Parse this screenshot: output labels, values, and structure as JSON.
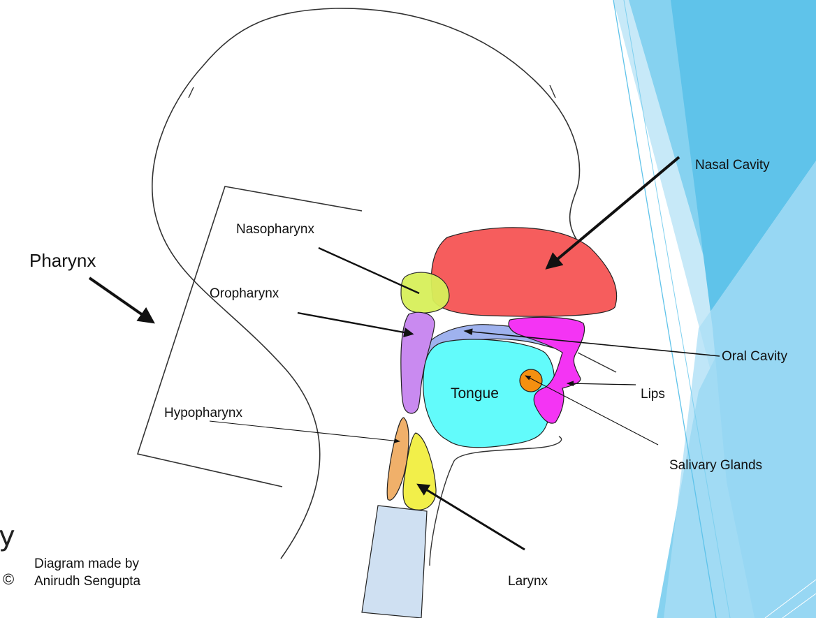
{
  "labels": {
    "pharynx": "Pharynx",
    "nasopharynx": "Nasopharynx",
    "oropharynx": "Oropharynx",
    "hypopharynx": "Hypopharynx",
    "nasal_cavity": "Nasal Cavity",
    "oral_cavity": "Oral Cavity",
    "lips": "Lips",
    "salivary_glands": "Salivary Glands",
    "tongue": "Tongue",
    "larynx": "Larynx"
  },
  "credit": {
    "symbol": "©",
    "line1": "Diagram made by",
    "line2": "Anirudh Sengupta"
  },
  "stray_glyph": "y",
  "colors": {
    "nasal_cavity": "#f65d5d",
    "nasopharynx": "#d8f05a",
    "oropharynx": "#c98af0",
    "oral_cavity": "#9fb2ee",
    "tongue": "#62fbfb",
    "lips": "#f434f4",
    "salivary_gland": "#f59010",
    "hypopharynx": "#f0b06a",
    "larynx": "#f2ef4a",
    "trachea": "#cfe0f2",
    "decor_blue": "#5fc3ea"
  }
}
